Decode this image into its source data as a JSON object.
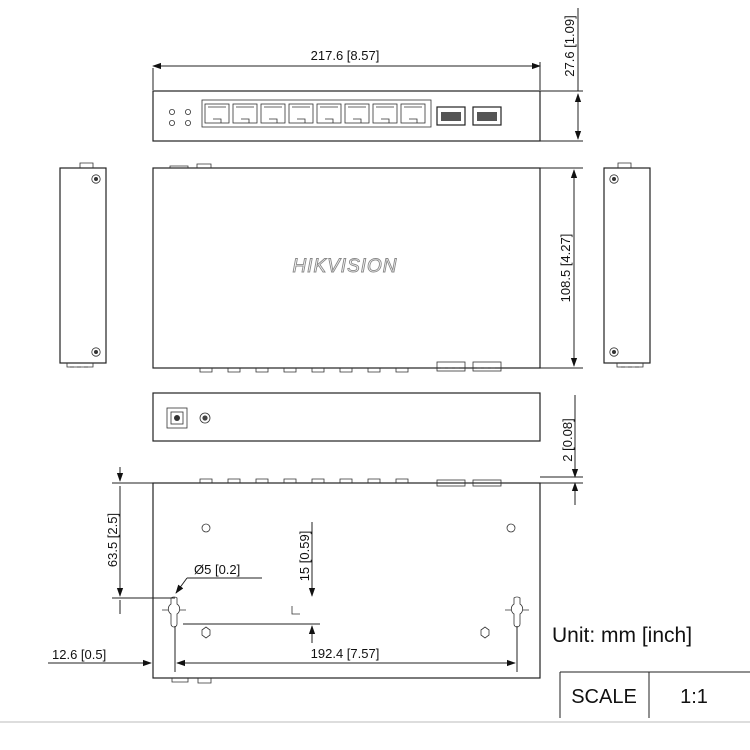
{
  "brand_logo": "HIKVISION",
  "dimensions": {
    "width": "217.6  [8.57]",
    "height": "27.6  [1.09]",
    "depth": "108.5  [4.27]",
    "gap": "2  [0.08]",
    "mount_offset_vertical": "63.5  [2.5]",
    "hole_diameter": "Ø5  [0.2]",
    "hole_spacing": "15  [0.59]",
    "side_offset": "12.6  [0.5]",
    "mount_spacing": "192.4  [7.57]"
  },
  "unit_label": "Unit: mm [inch]",
  "scale": {
    "label": "SCALE",
    "value": "1:1"
  },
  "icons": [
    "rj45-port-icon",
    "sfp-port-icon",
    "led-indicator-icon",
    "screw-icon",
    "power-jack-icon",
    "keyhole-slot-icon",
    "arrow-icon"
  ]
}
